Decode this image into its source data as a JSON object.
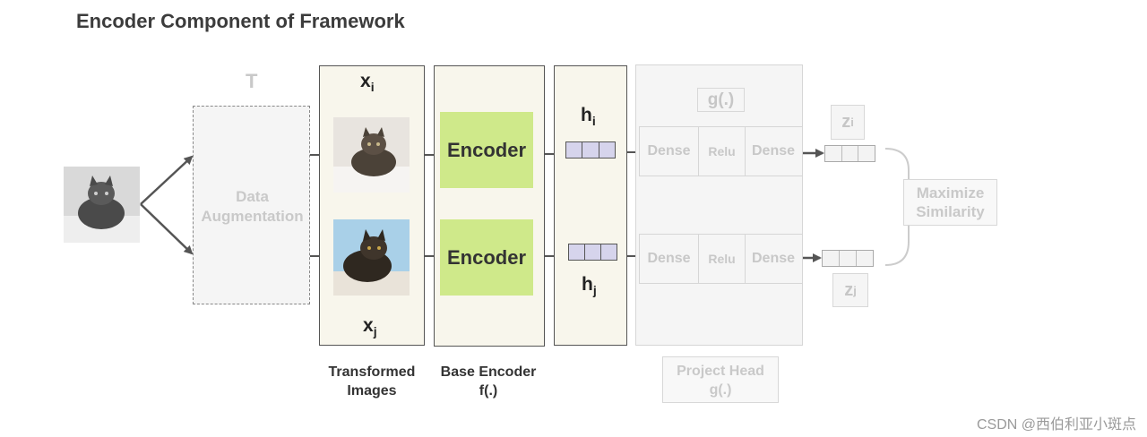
{
  "title": "Encoder Component of Framework",
  "augmentation": {
    "t_label": "T",
    "line1": "Data",
    "line2": "Augmentation"
  },
  "transformed": {
    "top_var": "x",
    "top_sub": "i",
    "bottom_var": "x",
    "bottom_sub": "j",
    "caption_line1": "Transformed",
    "caption_line2": "Images"
  },
  "base_encoder": {
    "encoder_top": "Encoder",
    "encoder_bottom": "Encoder",
    "caption_line1": "Base Encoder",
    "caption_line2": "f(.)"
  },
  "representations": {
    "top_var": "h",
    "top_sub": "i",
    "bottom_var": "h",
    "bottom_sub": "j"
  },
  "projection_head": {
    "g_label": "g(.)",
    "row_top": [
      "Dense",
      "Relu",
      "Dense"
    ],
    "row_bottom": [
      "Dense",
      "Relu",
      "Dense"
    ],
    "caption_line1": "Project Head",
    "caption_line2": "g(.)"
  },
  "outputs": {
    "top_var": "z",
    "top_sub": "i",
    "bottom_var": "z",
    "bottom_sub": "j"
  },
  "objective": {
    "line1": "Maximize",
    "line2": "Similarity"
  },
  "watermark": "CSDN @西伯利亚小斑点",
  "colors": {
    "encoder": "#cfe98a",
    "vector": "#d6d4ec",
    "column_bg": "#f8f6ec",
    "faded": "#c9c9c9"
  }
}
